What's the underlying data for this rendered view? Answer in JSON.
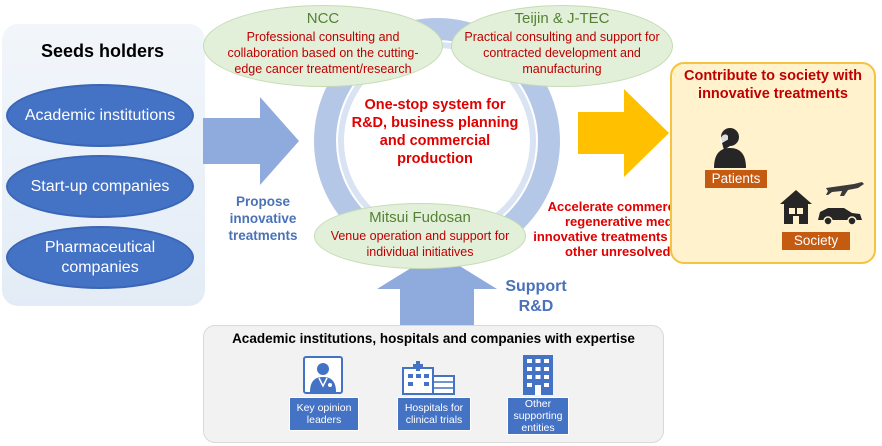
{
  "seeds": {
    "title": "Seeds holders",
    "items": [
      {
        "label": "Academic institutions"
      },
      {
        "label": "Start-up companies"
      },
      {
        "label": "Pharmaceutical companies"
      }
    ]
  },
  "propose_label": "Propose innovative treatments",
  "ncc": {
    "title": "NCC",
    "body": "Professional consulting and collaboration based on the cutting-edge cancer treatment/research"
  },
  "teijin": {
    "title": "Teijin & J-TEC",
    "body": "Practical consulting and support for contracted development and manufacturing"
  },
  "mitsui": {
    "title": "Mitsui Fudosan",
    "body": "Venue operation and support for individual initiatives"
  },
  "center_text": "One-stop system for R&D, business planning and commercial production",
  "support_label": "Support R&D",
  "accelerate_text": "Accelerate commercialization of regenerative medicine and innovative treatments for cancer and other unresolved diseases",
  "contribute": {
    "title": "Contribute to society with innovative treatments",
    "patients_label": "Patients",
    "society_label": "Society"
  },
  "expertise": {
    "title": "Academic institutions, hospitals and companies with expertise",
    "items": [
      {
        "label": "Key opinion leaders",
        "icon": "doctor-icon"
      },
      {
        "label": "Hospitals for clinical trials",
        "icon": "hospital-icon"
      },
      {
        "label": "Other supporting entities",
        "icon": "building-icon"
      }
    ]
  },
  "colors": {
    "seed_blue": "#4472c4",
    "arrow_blue": "#8faadc",
    "green_ellipse": "#e2efd9",
    "accent_red": "#c00000",
    "gold_arrow": "#ffc000",
    "society_panel": "#fff2cc",
    "tag_orange": "#c55a11"
  }
}
